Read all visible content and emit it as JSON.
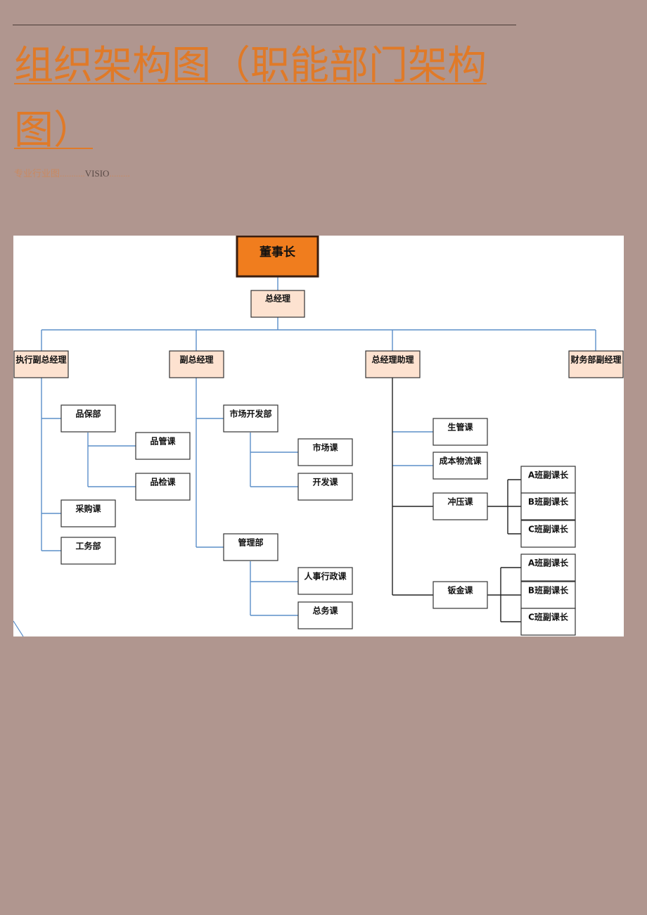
{
  "header": {
    "title_line1": "组织架构图（职能部门架构",
    "title_line2": "图）",
    "subtitle_pre": "专业行业图...........",
    "subtitle_mid": "VISIO",
    "subtitle_post": "........."
  },
  "org": {
    "root": "董事长",
    "gm": "总经理",
    "exec_vp": "执行副总经理",
    "vp": "副总经理",
    "gm_assistant": "总经理助理",
    "finance_vp": "财务部副经理",
    "quality_dept": "品保部",
    "qc_section": "品管课",
    "inspection_section": "品检课",
    "purchasing_section": "采购课",
    "engineering_dept": "工务部",
    "market_dev_dept": "市场开发部",
    "market_section": "市场课",
    "dev_section": "开发课",
    "admin_dept": "管理部",
    "hr_section": "人事行政课",
    "general_affairs_section": "总务课",
    "production_section": "生管课",
    "logistics_section": "成本物流课",
    "stamping_section": "冲压课",
    "stamping_a": "A班副课长",
    "stamping_b": "B班副课长",
    "stamping_c": "C班副课长",
    "sheetmetal_section": "钣金课",
    "sheetmetal_a": "A班副课长",
    "sheetmetal_b": "B班副课长",
    "sheetmetal_c": "C班副课长"
  },
  "colors": {
    "page_bg": "#b0968f",
    "title": "#e07a28",
    "root_fill": "#f07d1e",
    "mgmt_fill": "#fde2d0",
    "connector_blue": "#5b8fc9",
    "connector_black": "#222222"
  }
}
